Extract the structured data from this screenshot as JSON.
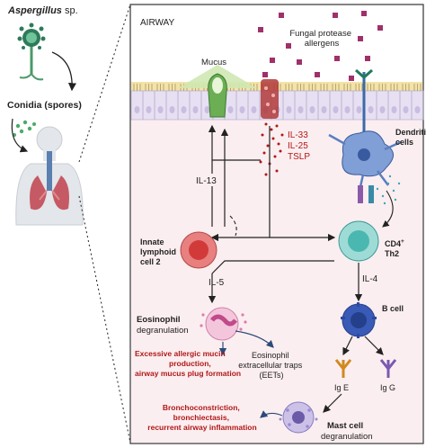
{
  "organism": {
    "name": "Aspergillus",
    "suffix": " sp."
  },
  "spores_label": "Conidia (spores)",
  "panel_title": "AIRWAY",
  "mucus_label": "Mucus",
  "protease_label": {
    "line1": "Fungal protease",
    "line2": "allergens"
  },
  "alarmins": [
    "IL-33",
    "IL-25",
    "TSLP"
  ],
  "il13_label": "IL-13",
  "il5_label": "IL-5",
  "il4_label": "IL-4",
  "dendritic_label": {
    "line1": "Dendritic",
    "line2": "cells"
  },
  "ilc2_label": {
    "line1": "Innate",
    "line2": "lymphoid",
    "line3": "cell 2"
  },
  "th2_label": {
    "line1": "CD4",
    "sup": "+",
    "line2": "Th2"
  },
  "bcell_label": "B cell",
  "eosinophil_label": {
    "line1": "Eosinophil",
    "line2": "degranulation"
  },
  "eet_label": {
    "line1": "Eosinophil",
    "line2": "extracellular traps",
    "line3": "(EETs)"
  },
  "mucin_outcome": {
    "line1": "Excessive allergic mucin",
    "line2": "production,",
    "line3": "airway mucus plug formation"
  },
  "ige_label": "Ig E",
  "igg_label": "Ig G",
  "airway_outcome": {
    "line1": "Bronchoconstriction,",
    "line2": "bronchiectasis,",
    "line3": "recurrent airway inflammation"
  },
  "mast_label": {
    "line1": "Mast cell",
    "line2": "degranulation"
  },
  "colors": {
    "outcome_red": "#b01818",
    "allergen": "#a0306a",
    "tissue": "#fbeef0"
  }
}
